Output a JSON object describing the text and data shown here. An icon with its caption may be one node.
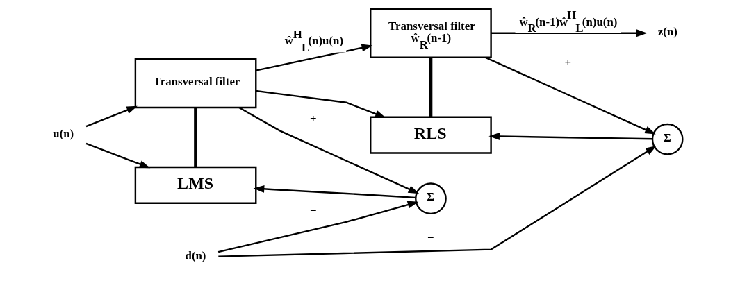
{
  "diagram": {
    "nodes": [
      {
        "text": [
          "u(n)"
        ]
      },
      {
        "text": [
          "Transversal filter"
        ]
      },
      {
        "text": [
          "LMS"
        ]
      },
      {
        "text": [
          "Σ"
        ]
      },
      {
        "text": [
          "Transversal filter",
          "ŵ$_{R}$(n-1)"
        ]
      },
      {
        "text": [
          "RLS"
        ]
      },
      {
        "text": [
          "Σ"
        ]
      },
      {
        "text": [
          "z(n)"
        ]
      },
      {
        "text": [
          "d(n)"
        ]
      }
    ],
    "edges": [
      {
        "from": 0,
        "to": 1,
        "arrow": "to"
      },
      {
        "from": 0,
        "to": 2,
        "arrow": "to"
      },
      {
        "from": 1,
        "to": 4,
        "arrow": "to",
        "label": "ŵ$^{H}$$_{L}$(n)u(n)"
      },
      {
        "from": 1,
        "to": 3,
        "arrow": "to",
        "label": "+"
      },
      {
        "from": 1,
        "to": 5,
        "arrow": "to"
      },
      {
        "from": 2,
        "to": 1,
        "arrow": "none",
        "style": "thick"
      },
      {
        "from": 3,
        "to": 2,
        "arrow": "to"
      },
      {
        "from": 4,
        "to": 7,
        "arrow": "to",
        "label": "ŵ$_{R}$(n-1)ŵ$^{H}$$_{L}$(n)u(n)"
      },
      {
        "from": 4,
        "to": 6,
        "arrow": "to",
        "label": "+"
      },
      {
        "from": 5,
        "to": 4,
        "arrow": "none",
        "style": "thick"
      },
      {
        "from": 6,
        "to": 5,
        "arrow": "to"
      },
      {
        "from": 8,
        "to": 3,
        "arrow": "to",
        "label": "−"
      },
      {
        "from": 8,
        "to": 6,
        "arrow": "to",
        "label": "−"
      }
    ]
  }
}
